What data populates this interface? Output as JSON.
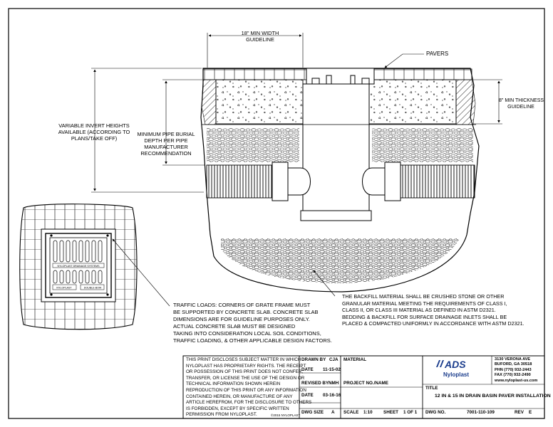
{
  "labels": {
    "width_guideline": [
      "18\" MIN WIDTH",
      "GUIDELINE"
    ],
    "pavers": "PAVERS",
    "thickness_guideline": [
      "8\" MIN THICKNESS",
      "GUIDELINE"
    ],
    "invert_heights": [
      "VARIABLE INVERT HEIGHTS",
      "AVAILABLE (ACCORDING TO",
      "PLANS/TAKE OFF)"
    ],
    "pipe_burial": [
      "MINIMUM PIPE BURIAL",
      "DEPTH PER PIPE",
      "MANUFACTURER",
      "RECOMMENDATION"
    ],
    "traffic_loads": [
      "TRAFFIC LOADS:  CORNERS OF GRATE FRAME MUST",
      "BE SUPPORTED BY CONCRETE SLAB. CONCRETE SLAB",
      "DIMENSIONS ARE FOR GUIDELINE PURPOSES ONLY.",
      "ACTUAL CONCRETE SLAB MUST BE DESIGNED",
      "TAKING INTO CONSIDERATION LOCAL SOIL CONDITIONS,",
      "TRAFFIC LOADING, & OTHER APPLICABLE DESIGN FACTORS."
    ],
    "backfill": [
      "THE BACKFILL MATERIAL SHALL BE CRUSHED STONE OR OTHER",
      "GRANULAR MATERIAL MEETING THE REQUIREMENTS OF CLASS I,",
      "CLASS II, OR CLASS III MATERIAL AS DEFINED IN ASTM D2321.",
      "BEDDING & BACKFILL FOR SURFACE DRAINAGE INLETS SHALL BE",
      "PLACED & COMPACTED UNIFORMLY IN ACCORDANCE WITH ASTM D2321."
    ],
    "grate_text_1": "NYLOPLAST  DRAINAGE  SYSTEMS",
    "grate_text_2": "NYLOPLAST",
    "grate_text_3": "DOUBLE-BOW"
  },
  "title_block": {
    "disclaimer": [
      "THIS PRINT DISCLOSES SUBJECT MATTER IN WHICH",
      "NYLOPLAST HAS PROPRIETARY RIGHTS.  THE RECEIPT",
      "OR POSSESSION OF THIS PRINT DOES NOT CONFER,",
      "TRANSFER, OR LICENSE THE USE OF THE DESIGN OR",
      "TECHNICAL INFORMATION SHOWN HEREIN",
      "REPRODUCTION OF THIS PRINT OR ANY INFORMATION",
      "CONTAINED HEREIN, OR MANUFACTURE OF ANY",
      "ARTICLE HEREFROM, FOR THE DISCLOSURE TO OTHERS",
      "IS FORBIDDEN, EXCEPT BY SPECIFIC WRITTEN",
      "PERMISSION FROM NYLOPLAST."
    ],
    "copyright": "©2015 NYLOPLAST",
    "drawn_by_label": "DRAWN BY",
    "drawn_by": "CJA",
    "date_label": "DATE",
    "date1": "11-15-02",
    "revised_by_label": "REVISED BY",
    "revised_by": "NMH",
    "date2": "03-16-16",
    "dwg_size_label": "DWG SIZE",
    "dwg_size": "A",
    "material_label": "MATERIAL",
    "project_label": "PROJECT NO./NAME",
    "scale_label": "SCALE",
    "scale": "1:10",
    "sheet_label": "SHEET",
    "sheet": "1 OF 1",
    "logo_ads": "ADS",
    "logo_nyloplast": "Nyloplast",
    "address": [
      "3130 VERONA AVE",
      "BUFORD, GA 30518",
      "PHN (770) 932-2443",
      "FAX (770) 932-2490",
      "www.nyloplast-us.com"
    ],
    "title_label": "TITLE",
    "title": "12 IN & 15 IN DRAIN BASIN PAVER INSTALLATION",
    "dwg_no_label": "DWG NO.",
    "dwg_no": "7001-110-109",
    "rev_label": "REV",
    "rev": "E"
  },
  "colors": {
    "line": "#000000",
    "logo_blue": "#1a3c8c",
    "logo_green": "#2f9d45"
  }
}
